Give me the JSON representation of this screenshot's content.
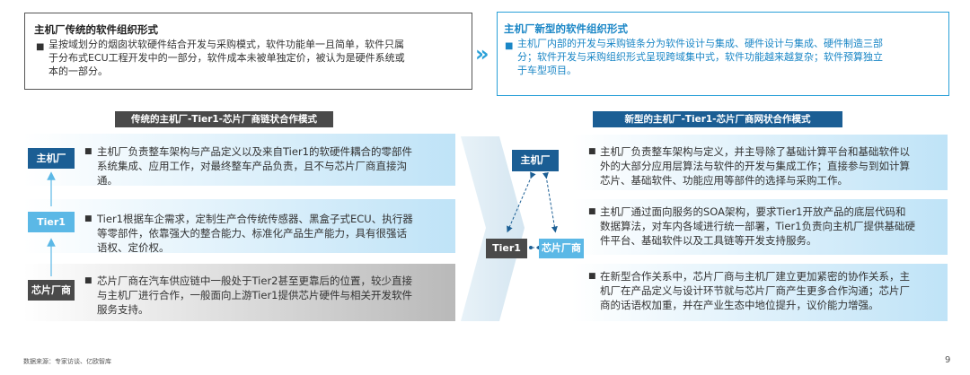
{
  "top": {
    "old": {
      "title": "主机厂传统的软件组织形式",
      "bullet": "呈按域划分的烟囱状软硬件结合开发与采购模式，软件功能单一且简单，软件只属于分布式ECU工程开发中的一部分，软件成本未被单独定价，被认为是硬件系统或本的一部分。",
      "lines": [
        "呈按域划分的烟囱状软硬件结合开发与采购模式，软件功能单一且简单，软件只属",
        "于分布式ECU工程开发中的一部分，软件成本未被单独定价，被认为是硬件系统或",
        "本的一部分。"
      ]
    },
    "new": {
      "title": "主机厂新型的软件组织形式",
      "lines": [
        "主机厂内部的开发与采购链条分为软件设计与集成、硬件设计与集成、硬件制造三部",
        "分；软件开发与采购组织形式呈现跨域集中式，软件功能越来越复杂；软件预算独立",
        "于车型项目。"
      ]
    },
    "chevron": "»"
  },
  "left": {
    "header": "传统的主机厂-Tier1-芯片厂商链状合作模式",
    "rows": [
      {
        "label": "主机厂",
        "lines": [
          "主机厂负责整车架构与产品定义以及来自Tier1的软硬件耦合的零部件",
          "系统集成、应用工作，对最终整车产品负责，且不与芯片厂商直接沟",
          "通。"
        ]
      },
      {
        "label": "Tier1",
        "lines": [
          "Tier1根据车企需求，定制生产合传统传感器、黑盒子式ECU、执行器",
          "等零部件，依靠强大的整合能力、标准化产品生产能力，具有很强话",
          "语权、定价权。"
        ]
      },
      {
        "label": "芯片厂商",
        "lines": [
          "芯片厂商在汽车供应链中一般处于Tier2甚至更靠后的位置，较少直接",
          "与主机厂进行合作，一般面向上游Tier1提供芯片硬件与相关开发软件",
          "服务支持。"
        ]
      }
    ]
  },
  "right": {
    "header": "新型的主机厂-Tier1-芯片厂商网状合作模式",
    "nodes": {
      "oem": "主机厂",
      "tier1": "Tier1",
      "chip": "芯片厂商"
    },
    "rows": [
      {
        "lines": [
          "主机厂负责整车架构与定义，并主导除了基础计算平台和基础软件以",
          "外的大部分应用层算法与软件的开发与集成工作；直接参与到如计算",
          "芯片、基础软件、功能应用等部件的选择与采购工作。"
        ]
      },
      {
        "lines": [
          "主机厂通过面向服务的SOA架构，要求Tier1开放产品的底层代码和",
          "数据算法，对车内各域进行统一部署，Tier1负责向主机厂提供基础硬",
          "件平台、基础软件以及工具链等开发支持服务。"
        ]
      },
      {
        "lines": [
          "在新型合作关系中，芯片厂商与主机厂建立更加紧密的协作关系，主",
          "机厂在产品定义与设计环节就与芯片厂商产生更多合作沟通；芯片厂",
          "商的话语权加重，并在产业生态中地位提升，议价能力增强。"
        ]
      }
    ]
  },
  "footer": {
    "source": "数据来源：专家访谈、亿欧智库",
    "page": "9"
  },
  "colors": {
    "blue": "#1a86c6",
    "dark": "#4a4a4a",
    "navy": "#1b5e94",
    "light_blue": "#5bb8e6"
  }
}
